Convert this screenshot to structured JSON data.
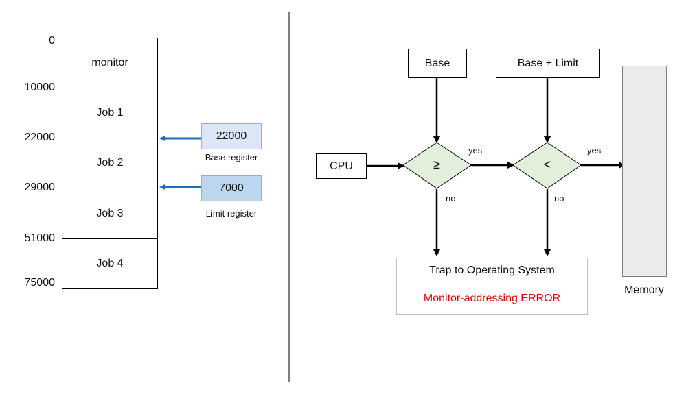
{
  "memory_map": {
    "segments": [
      "monitor",
      "Job 1",
      "Job 2",
      "Job 3",
      "Job 4"
    ],
    "addresses": [
      "0",
      "10000",
      "22000",
      "29000",
      "51000",
      "75000"
    ],
    "base_register": {
      "value": "22000",
      "label": "Base register",
      "color": "#dbe7f6"
    },
    "limit_register": {
      "value": "7000",
      "label": "Limit register",
      "color": "#bdd6ef"
    },
    "arrow_color": "#1f6fb3"
  },
  "flow": {
    "base_label": "Base",
    "base_limit_label": "Base + Limit",
    "cpu_label": "CPU",
    "compare_ge": "≥",
    "compare_lt": "<",
    "yes_label": "yes",
    "no_label": "no",
    "trap_title": "Trap to Operating System",
    "trap_error": "Monitor-addressing ERROR",
    "error_color": "#e00000",
    "diamond_fill": "#e2efda",
    "memory_label": "Memory"
  }
}
